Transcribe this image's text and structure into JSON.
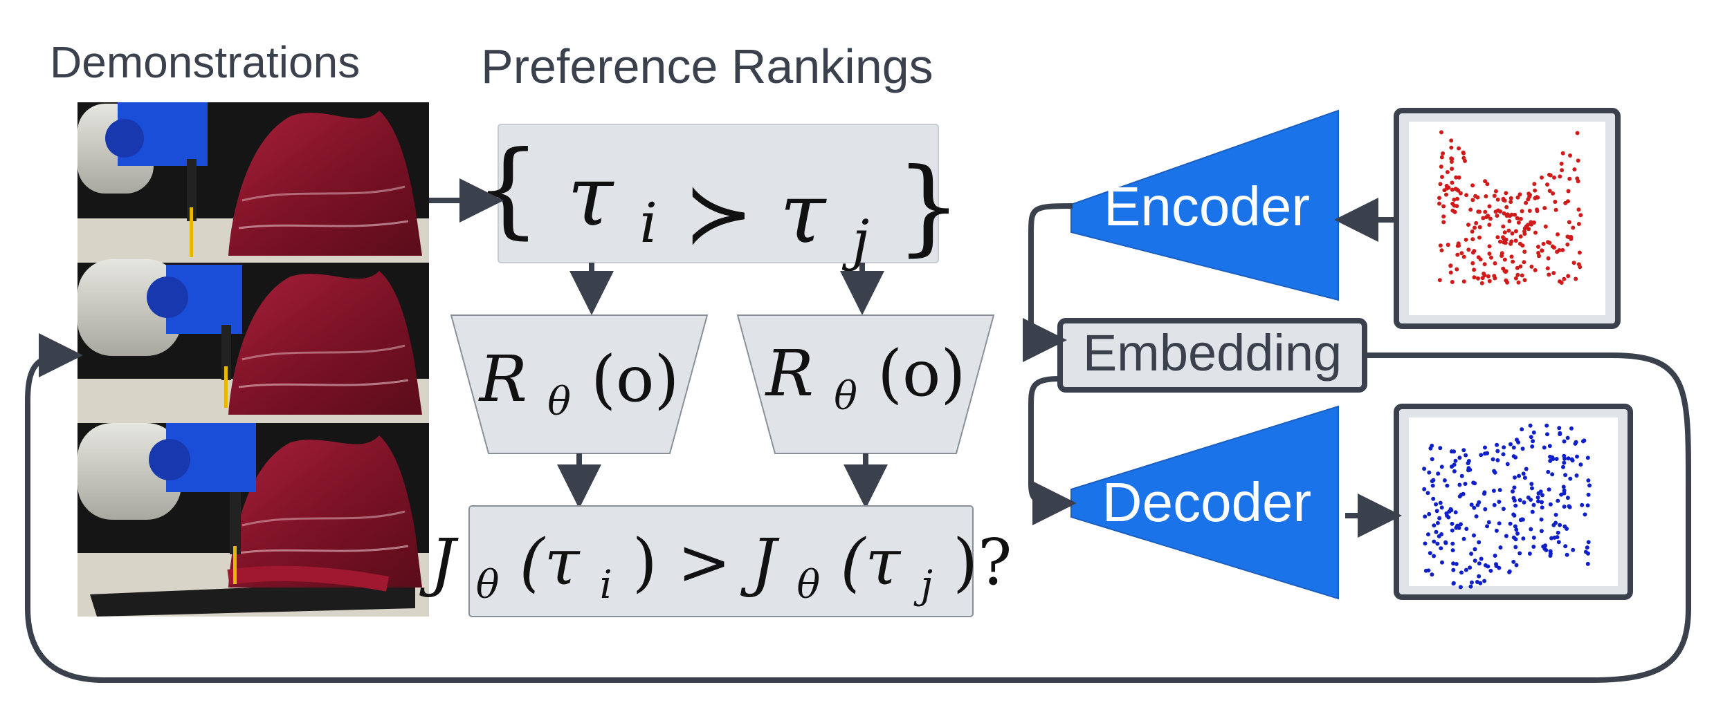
{
  "headings": {
    "demonstrations": "Demonstrations",
    "preference_rankings": "Preference Rankings"
  },
  "preference_box": {
    "open_brace": "{",
    "tau_i": "τ",
    "sub_i": "i",
    "succ": "≻",
    "tau_j": "τ",
    "sub_j": "j",
    "close_brace": "}"
  },
  "reward_left": {
    "R": "R",
    "sub": "θ",
    "arg": "(o)"
  },
  "reward_right": {
    "R": "R",
    "sub": "θ",
    "arg": "(o)"
  },
  "comparison": {
    "J1": "J",
    "sub1": "θ",
    "open1": "(τ",
    "isub1": "i",
    "close1": ")",
    "gt": ">",
    "J2": "J",
    "sub2": "θ",
    "open2": "(τ",
    "isub2": "j",
    "close2": ")?"
  },
  "encoder_label": "Encoder",
  "embedding_label": "Embedding",
  "decoder_label": "Decoder",
  "colors": {
    "blue": "#1a73e8",
    "gray_box": "#e0e3e7",
    "dark_stroke": "#3b414c",
    "red_points": "#d11a1a",
    "blue_points": "#1020c8"
  }
}
